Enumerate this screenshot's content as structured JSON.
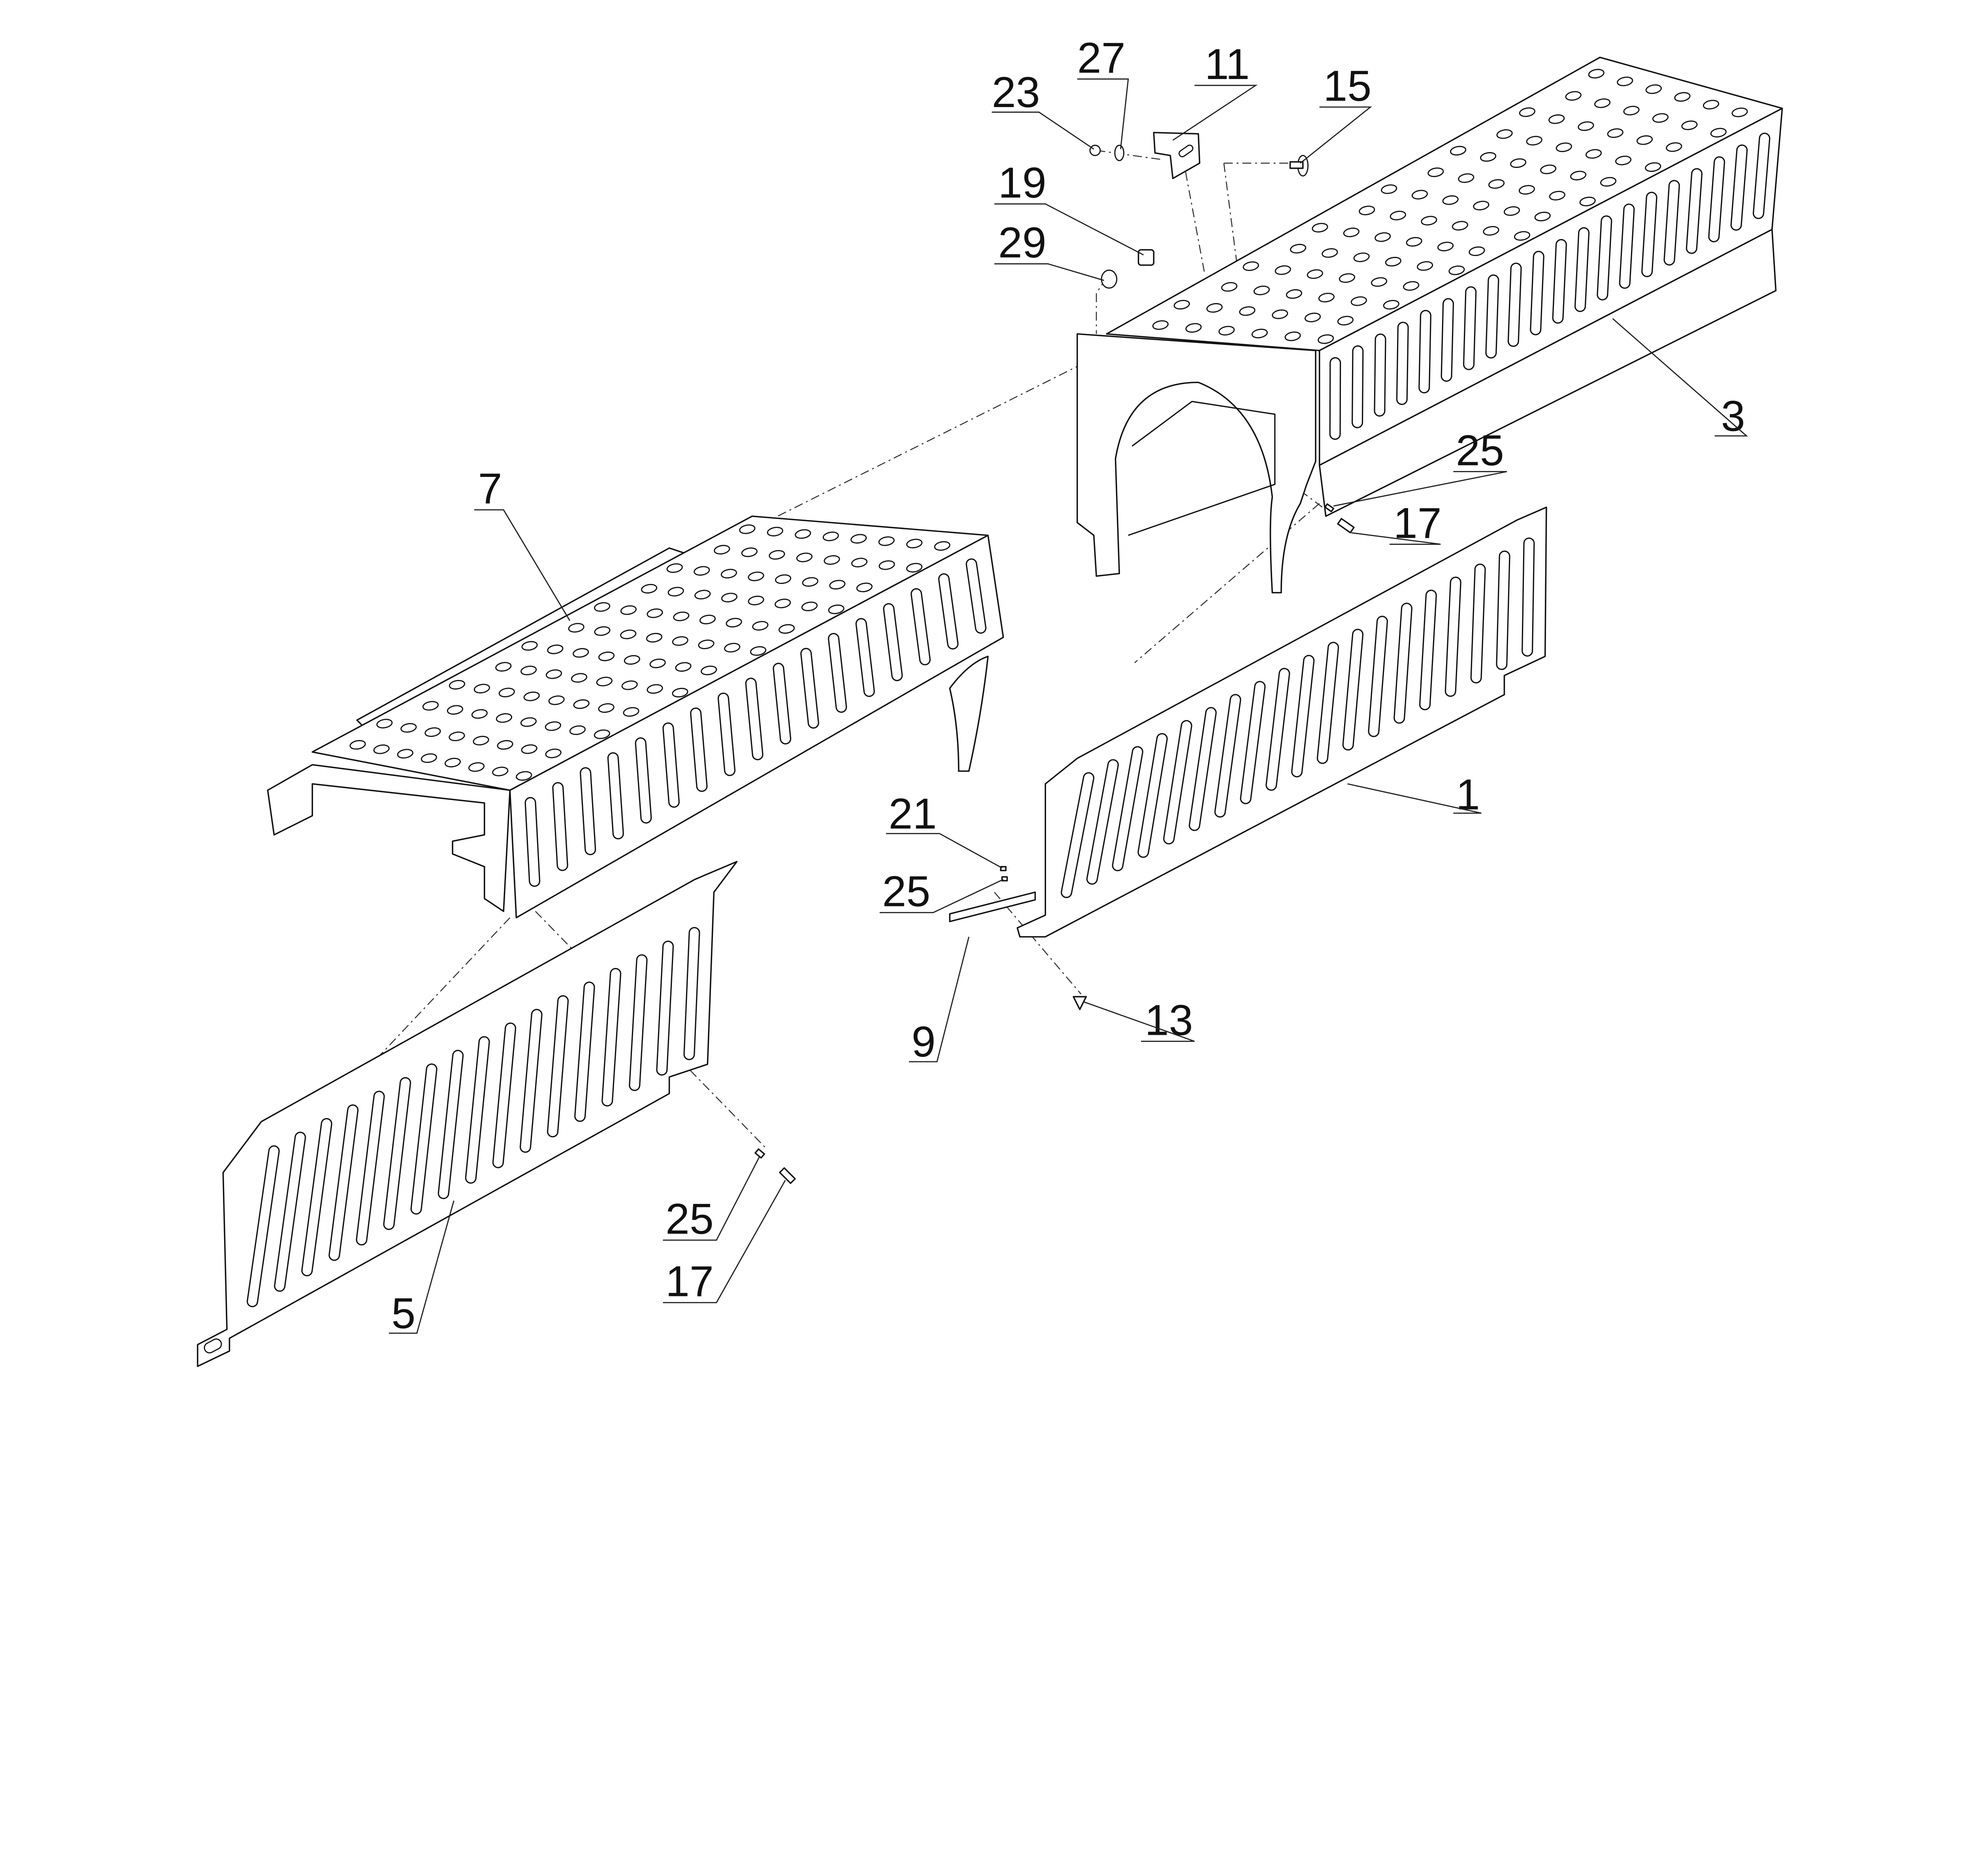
{
  "title": "Exploded assembly view – perforated guard covers",
  "callouts": {
    "c23": "23",
    "c27": "27",
    "c11": "11",
    "c15": "15",
    "c19": "19",
    "c29": "29",
    "c3": "3",
    "c25a": "25",
    "c17a": "17",
    "c7": "7",
    "c1": "1",
    "c21": "21",
    "c25b": "25",
    "c9": "9",
    "c13": "13",
    "c5": "5",
    "c25c": "25",
    "c17b": "17"
  }
}
